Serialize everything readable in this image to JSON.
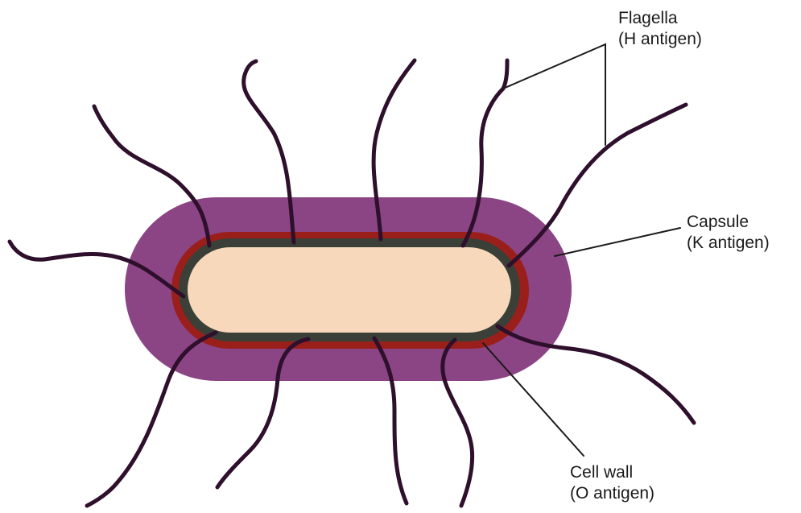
{
  "colors": {
    "capsule": "#8b4484",
    "outer_membrane": "#9a1f1a",
    "cell_wall": "#3a3f38",
    "cytoplasm": "#f7d8bb",
    "flagella": "#2e0f2c",
    "leader_lines": "#1a1a1a",
    "background": "#ffffff"
  },
  "labels": {
    "flagella": {
      "line1": "Flagella",
      "line2": "(H antigen)"
    },
    "capsule": {
      "line1": "Capsule",
      "line2": "(K antigen)"
    },
    "cell_wall": {
      "line1": "Cell wall",
      "line2": "(O antigen)"
    }
  }
}
